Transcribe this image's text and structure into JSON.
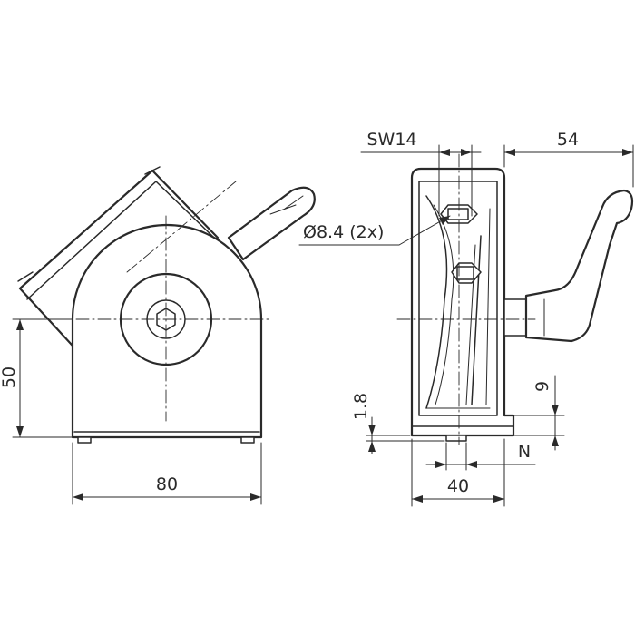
{
  "dimensions": {
    "width_left": "80",
    "height_left": "50",
    "width_right": "40",
    "wrench_size": "SW14",
    "lever_offset": "54",
    "hole_label": "Ø8.4 (2x)",
    "bottom_height": "1.8",
    "slot_offset": "9",
    "n_label": "N"
  }
}
